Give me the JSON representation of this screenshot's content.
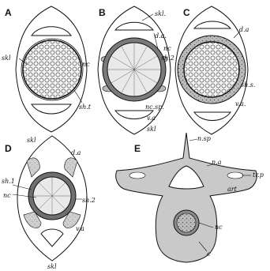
{
  "figure": {
    "panels": {
      "a": {
        "letter": "A",
        "labels": {
          "nc": "nc",
          "skl": "skl",
          "sht": "sh.t"
        }
      },
      "b": {
        "letter": "B",
        "labels": {
          "skl_top": "skl.",
          "da": "d.a.",
          "nc": "nc",
          "sh2": "sh.2",
          "ncsp": "nc.sp.",
          "va": "v.a",
          "skl_bottom": "skl"
        }
      },
      "c": {
        "letter": "C",
        "labels": {
          "da": "d.a",
          "shs": "sh.s.",
          "va": "v.a."
        }
      },
      "d": {
        "letter": "D",
        "labels": {
          "skl_top": "skl",
          "da": "d.a",
          "sh1": "sh.1",
          "nc": "nc",
          "sh2": "sh.2",
          "va": "v.a",
          "skl_bottom": "skl"
        }
      },
      "e": {
        "letter": "E",
        "labels": {
          "nsp": "n.sp",
          "na": "n.a",
          "trp": "tr.p",
          "art": "art",
          "nc": "nc",
          "c": "c"
        }
      }
    }
  }
}
